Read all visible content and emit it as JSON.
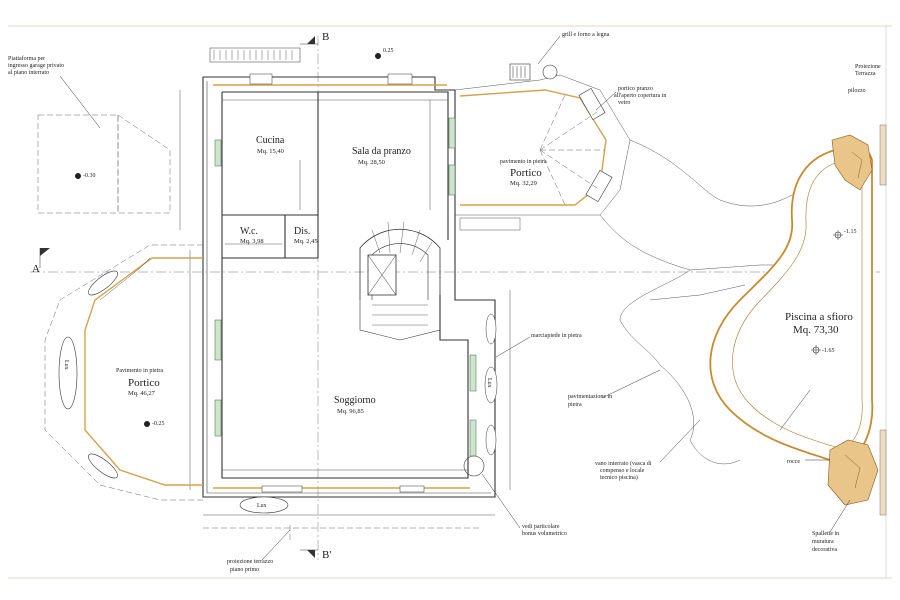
{
  "labels": {
    "piattaforma": [
      "Piattaforma per",
      "ingresso garage privato",
      "al piano interrato"
    ],
    "level_piattaforma": "-0.30",
    "section_b_top": "B",
    "section_b_bottom": "B'",
    "section_a": "A",
    "level_top": "0.25",
    "grill": "grill e forno a legna",
    "portico_pranzo": [
      "portico pranzo",
      "all'aperto copertura in",
      "vetro"
    ],
    "proiezione_terrazza_right": [
      "Proiezione",
      "Terrazza"
    ],
    "pilozzo": "pilozzo",
    "pavimento_portico_right": [
      "pavimento in pietra"
    ],
    "portico_right_title": "Portico",
    "portico_right_area": "Mq. 32,29",
    "cucina_title": "Cucina",
    "cucina_area": "Mq. 15,40",
    "sala_title": "Sala da pranzo",
    "sala_area": "Mq. 28,50",
    "wc_title": "W.c.",
    "wc_area": "Mq. 3,98",
    "dis_title": "Dis.",
    "dis_area": "Mq. 2,45",
    "portico_left_sub": "Pavimento in pietra",
    "portico_left_title": "Portico",
    "portico_left_area": "Mq. 46,27",
    "level_portico_left": "-0.25",
    "lux_left": "Lux",
    "lux_mid": "Lux",
    "lux_bottom": "Lux",
    "soggiorno_title": "Soggiorno",
    "soggiorno_area": "Mq. 96,85",
    "marciapiede": "marciapiede in pietra",
    "pavimentazione": [
      "pavimentazione in",
      "pietra"
    ],
    "piscina_title": "Piscina a sfioro",
    "piscina_area": "Mq. 73,30",
    "level_pool_1": "-1.15",
    "level_pool_2": "-1.65",
    "vano": [
      "vano interrato (vasca di",
      "compenso e locale",
      "tecnico piscina)"
    ],
    "rocce": "rocce",
    "spallette": [
      "Spallette in",
      "muratura",
      "decorativa"
    ],
    "vedi": [
      "vedi particolare",
      "bonus volumetrico"
    ],
    "proiezione_bottom": [
      "proiezione terrazzo",
      "piano primo"
    ]
  },
  "colors": {
    "line": "#333333",
    "accent": "#d6a24a",
    "pool_stone": "#c98a2e",
    "window_green": "#cfe3cf"
  }
}
